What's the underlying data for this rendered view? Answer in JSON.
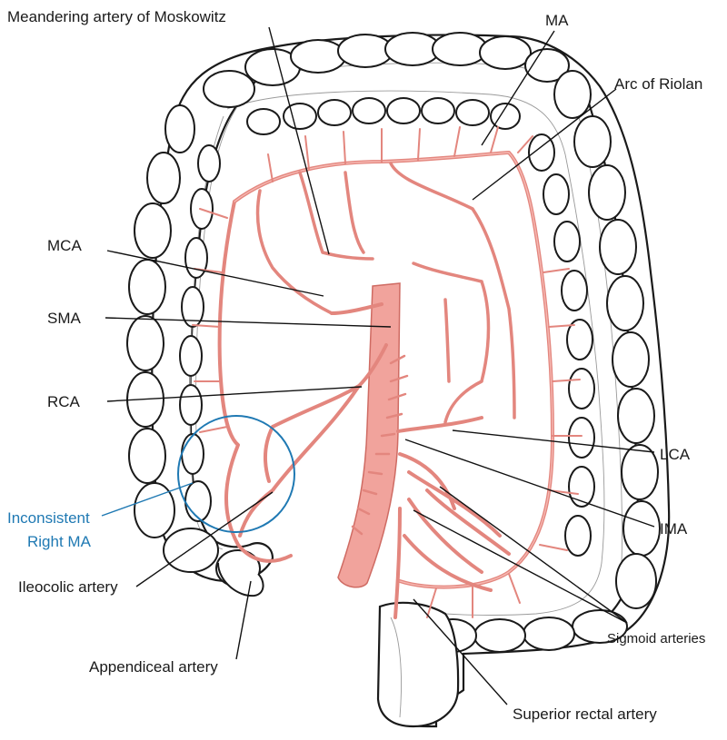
{
  "labels": {
    "meandering_artery": "Meandering artery of Moskowitz",
    "ma": "MA",
    "arc_of_riolan": "Arc of Riolan",
    "mca": "MCA",
    "sma": "SMA",
    "rca": "RCA",
    "inconsistent_line1": "Inconsistent",
    "inconsistent_line2": "Right MA",
    "ileocolic_artery": "Ileocolic artery",
    "appendiceal_artery": "Appendiceal artery",
    "lca": "LCA",
    "ima": "IMA",
    "sigmoid_arteries": "Sigmoid arteries",
    "superior_rectal_artery": "Superior rectal artery"
  },
  "colors": {
    "artery": "#e3867e",
    "aorta": "#f1a39c",
    "highlight": "#1f79b3",
    "outline": "#1a1a1a"
  }
}
